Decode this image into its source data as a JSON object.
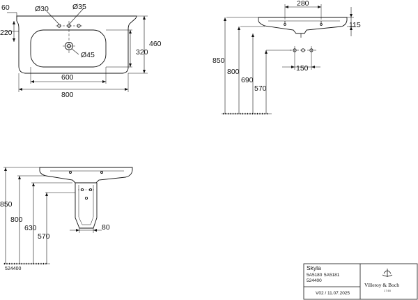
{
  "drawing": {
    "top_view": {
      "dims": {
        "edge_60": "60",
        "tap_hole_dia": "Ø30",
        "overflow_dia": "Ø35",
        "offset_220": "220",
        "depth_460": "460",
        "basin_depth_320": "320",
        "waste_dia": "Ø45",
        "bowl_width_600": "600",
        "overall_width_800": "800"
      }
    },
    "side_view": {
      "dims": {
        "tap_spacing_280": "280",
        "height_115": "115",
        "height_850": "850",
        "height_800": "800",
        "height_690": "690",
        "height_570": "570",
        "hole_spacing_150": "150"
      }
    },
    "front_view": {
      "dims": {
        "height_850": "850",
        "height_800": "800",
        "height_630": "630",
        "height_570": "570",
        "pedestal_80": "80"
      },
      "drawing_code": "524400"
    },
    "title_block": {
      "series": "Skyla",
      "article_a": "5A5180",
      "article_b": "5A5181",
      "pedestal_code": "524400",
      "version": "V02 / 11.07.2025",
      "brand": "Villeroy & Boch",
      "brand_est": "1748"
    }
  }
}
